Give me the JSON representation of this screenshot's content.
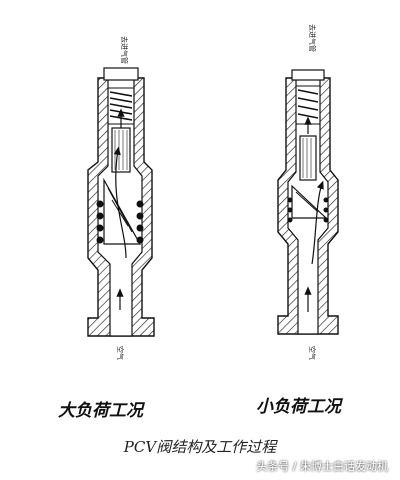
{
  "labels": {
    "left_top": "去进气管",
    "right_top": "去进气管",
    "left_bottom": "空气",
    "right_bottom": "空气"
  },
  "captions": {
    "left": "大负荷工况",
    "right": "小负荷工况"
  },
  "title": "PCV阀结构及工作过程",
  "watermark": "头条号 / 朱博士白话发动机",
  "colors": {
    "ink": "#111111",
    "hatch": "#222222"
  }
}
